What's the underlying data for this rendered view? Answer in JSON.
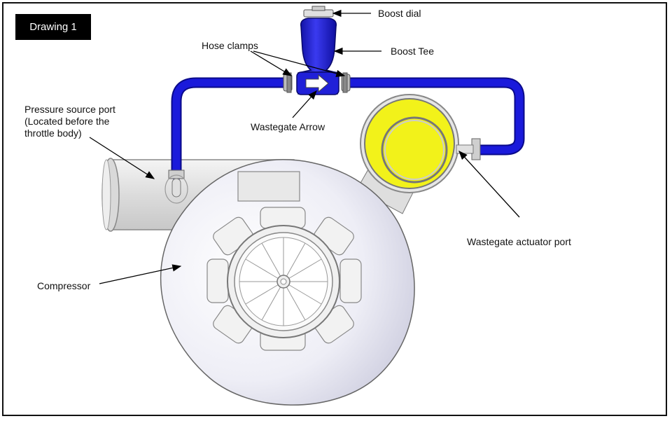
{
  "title": "Drawing 1",
  "labels": {
    "boost_dial": "Boost dial",
    "boost_tee": "Boost Tee",
    "hose_clamps": "Hose clamps",
    "wastegate_arrow": "Wastegate Arrow",
    "pressure_source_line1": "Pressure source port",
    "pressure_source_line2": "(Located before the",
    "pressure_source_line3": "throttle body)",
    "wastegate_actuator_port": "Wastegate actuator port",
    "compressor": "Compressor"
  },
  "colors": {
    "hose": "#1a1adb",
    "actuator": "#f2f21a",
    "housing": "#e8e8f2",
    "outline": "#555555"
  }
}
